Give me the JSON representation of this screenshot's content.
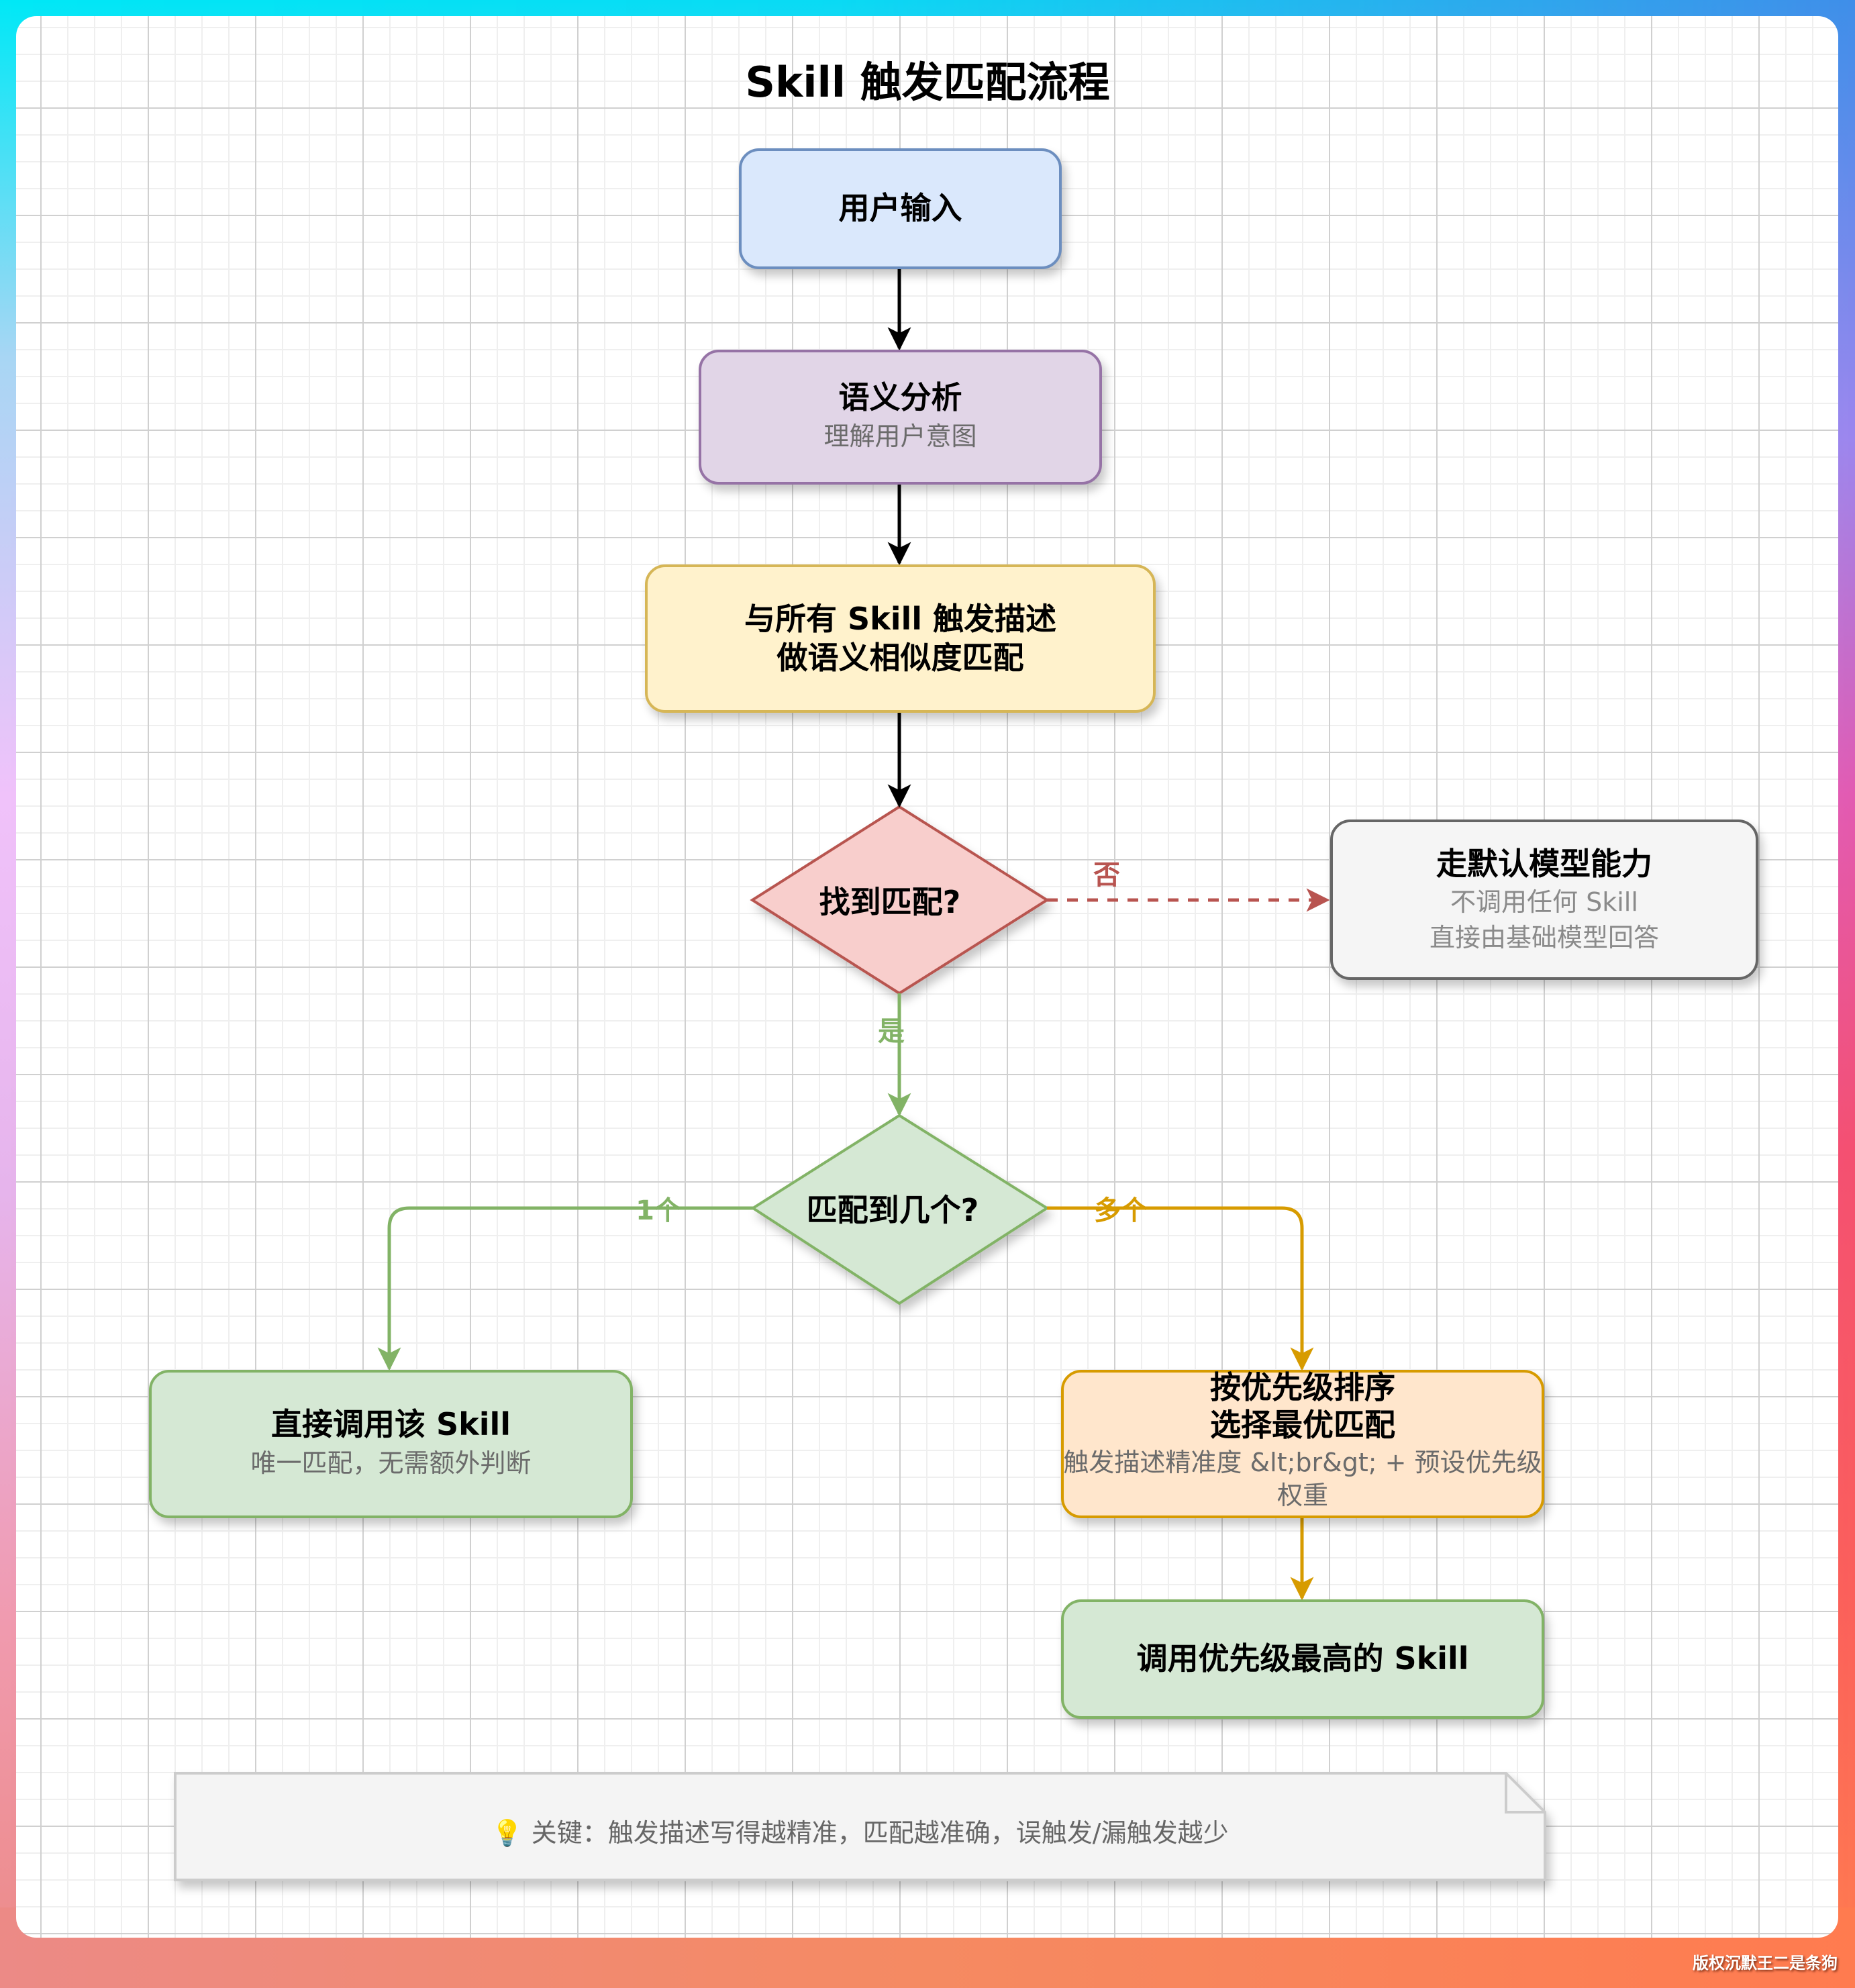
{
  "title": "Skill 触发匹配流程",
  "colors": {
    "blue_fill": "#dae8fc",
    "blue_stroke": "#6c8ebf",
    "purple_fill": "#e1d5e7",
    "purple_stroke": "#9673a6",
    "yellow_fill": "#fff2cc",
    "yellow_stroke": "#d6b656",
    "red_fill": "#f8cecc",
    "red_stroke": "#b85450",
    "gray_fill": "#f5f5f5",
    "gray_stroke": "#666666",
    "green_fill": "#d5e8d4",
    "green_stroke": "#82b366",
    "orange_fill": "#ffe6cc",
    "orange_stroke": "#d79b00",
    "note_fill": "#f4f4f4",
    "note_stroke": "#cccccc"
  },
  "nodes": {
    "user_input": {
      "title": "用户输入"
    },
    "semantic_analysis": {
      "title": "语义分析",
      "subtitle": "理解用户意图"
    },
    "similarity_match": {
      "line1": "与所有 Skill 触发描述",
      "line2": "做语义相似度匹配"
    },
    "found_match": {
      "title": "找到匹配?"
    },
    "default_model": {
      "title": "走默认模型能力",
      "sub1": "不调用任何 Skill",
      "sub2": "直接由基础模型回答"
    },
    "match_count": {
      "title": "匹配到几个?"
    },
    "direct_invoke": {
      "title": "直接调用该 Skill",
      "subtitle": "唯一匹配，无需额外判断"
    },
    "priority_sort": {
      "line1": "按优先级排序",
      "line2": "选择最优匹配",
      "sub1": "触发描述精准度 &lt;br&gt; + 预设优先级",
      "sub2": "权重"
    },
    "invoke_highest": {
      "title": "调用优先级最高的 Skill"
    }
  },
  "edges": {
    "no_label": "否",
    "yes_label": "是",
    "one_label": "1个",
    "many_label": "多个"
  },
  "note": {
    "icon": "lightbulb-icon",
    "text": "💡 关键：触发描述写得越精准，匹配越准确，误触发/漏触发越少"
  },
  "watermark": "版权沉默王二是条狗"
}
